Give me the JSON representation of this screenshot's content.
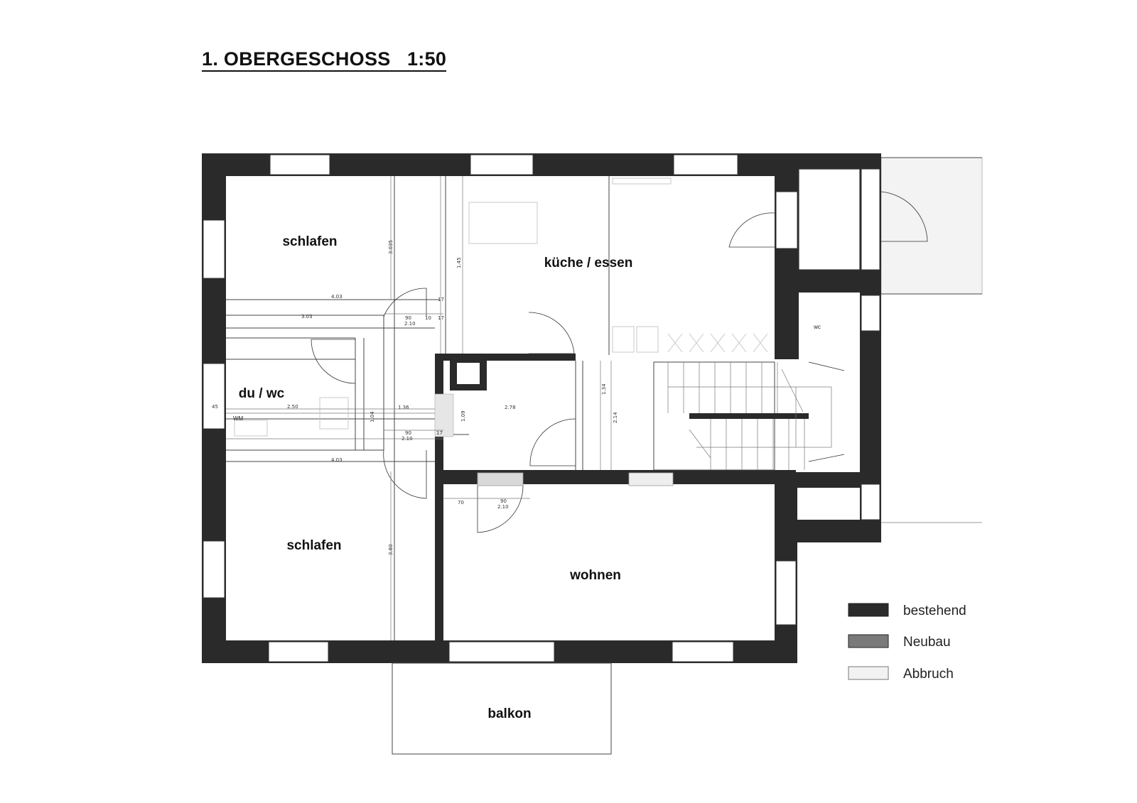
{
  "title": "1. OBERGESCHOSS   1:50",
  "rooms": {
    "schlafen_top": "schlafen",
    "kueche": "küche / essen",
    "du_wc": "du / wc",
    "schlafen_bottom": "schlafen",
    "wohnen": "wohnen",
    "balkon": "balkon",
    "wc": "wc",
    "wm": "WM"
  },
  "dimensions": {
    "d403_a": "4.03",
    "d303": "3.03",
    "d90_a": "90",
    "d210_a": "2.10",
    "d10": "10",
    "d17_a": "17",
    "d17_b": "17",
    "d250": "2.50",
    "d45": "45",
    "d136": "1.36",
    "d278": "2.78",
    "d90_b": "90",
    "d210_b": "2.10",
    "d17_c": "17",
    "d403_b": "4.03",
    "d70": "70",
    "d90_c": "90",
    "d210_c": "2.10",
    "d3035": "3.035",
    "d145": "1.45",
    "d104": "1.04",
    "d109": "1.09",
    "d134": "1.34",
    "d214": "2.14",
    "d380": "3.80"
  },
  "legend": [
    {
      "label": "bestehend",
      "color": "#2b2b2b"
    },
    {
      "label": "Neubau",
      "color": "#7a7a7a"
    },
    {
      "label": "Abbruch",
      "color": "#f2f2f2"
    }
  ]
}
